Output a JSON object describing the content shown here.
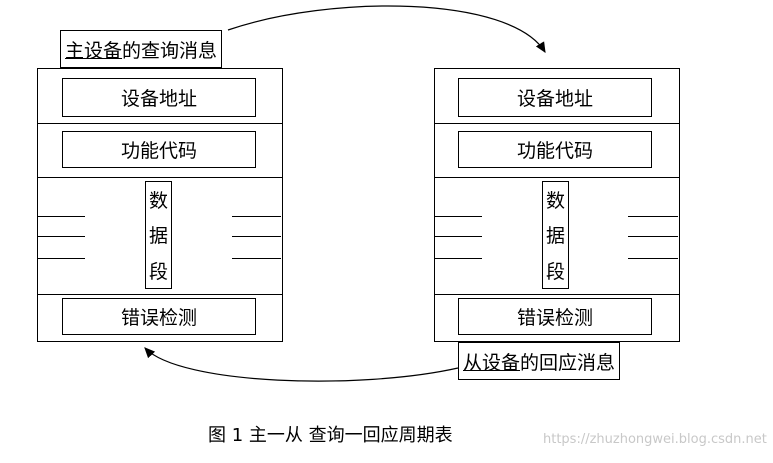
{
  "master_message": {
    "underlined": "主设备",
    "rest": "的查询消息"
  },
  "slave_message": {
    "underlined": "从设备",
    "rest": "的回应消息"
  },
  "frame_fields": {
    "address": "设备地址",
    "function": "功能代码",
    "data": [
      "数",
      "据",
      "段"
    ],
    "error_check": "错误检测"
  },
  "caption": "图 1  主一从  查询一回应周期表",
  "watermark": "https://zhuzhongwei.blog.csdn.net"
}
